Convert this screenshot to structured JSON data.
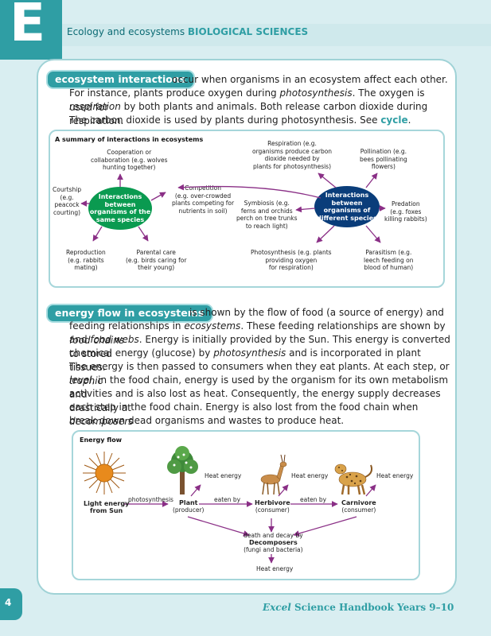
{
  "header": {
    "letter": "E",
    "title": "Ecology and ecosystems",
    "subject": "BIOLOGICAL SCIENCES"
  },
  "section1": {
    "pill": "ecosystem interactions",
    "p1": "occur when organisms in an ecosystem affect each other.",
    "p2a": "For instance, plants produce oxygen during ",
    "p2i": "photosynthesis",
    "p2b": ". The oxygen is used for",
    "p3i": "respiration",
    "p3b": " by both plants and animals. Both release carbon dioxide during respiration.",
    "p4a": "The carbon dioxide is used by plants during photosynthesis. See ",
    "p4link": "cycle",
    "p4b": "."
  },
  "diagram1": {
    "title": "A summary of interactions in ecosystems",
    "left_center": [
      "Interactions",
      "between",
      "organisms of the",
      "same species"
    ],
    "right_center": [
      "Interactions",
      "between",
      "organisms of",
      "different species"
    ],
    "cooperation": [
      "Cooperation or",
      "collaboration (e.g. wolves",
      "hunting together)"
    ],
    "courtship": [
      "Courtship",
      "(e.g.",
      "peacock",
      "courting)"
    ],
    "reproduction": [
      "Reproduction",
      "(e.g. rabbits",
      "mating)"
    ],
    "parental": [
      "Parental care",
      "(e.g. birds caring for",
      "their young)"
    ],
    "competition": [
      "Competition",
      "(e.g. over-crowded",
      "plants competing for",
      "nutrients in soil)"
    ],
    "respiration": [
      "Respiration (e.g.",
      "organisms produce carbon",
      "dioxide needed by",
      "plants for photosynthesis)"
    ],
    "pollination": [
      "Pollination (e.g.",
      "bees pollinating",
      "flowers)"
    ],
    "symbiosis": [
      "Symbiosis (e.g.",
      "ferns and orchids",
      "perch on tree trunks",
      "to reach light)"
    ],
    "predation": [
      "Predation",
      "(e.g. foxes",
      "killing rabbits)"
    ],
    "photosynthesis": [
      "Photosynthesis (e.g. plants",
      "providing oxygen",
      "for respiration)"
    ],
    "parasitism": [
      "Parasitism (e.g.",
      "leech feeding on",
      "blood of human)"
    ]
  },
  "section2": {
    "pill": "energy flow in ecosystems",
    "l1": "is shown by the flow of food (a source of energy) and",
    "l2a": "feeding relationships in ",
    "l2i": "ecosystems",
    "l2b": ". These feeding relationships are shown by ",
    "l2i2": "food chains",
    "l3a": "and ",
    "l3i": "food webs",
    "l3b": ". Energy is initially provided by the Sun. This energy is converted to stored",
    "l4a": "chemical energy (glucose) by ",
    "l4i": "photosynthesis",
    "l4b": " and is incorporated in plant tissues.",
    "l5": "The energy is then passed to consumers when they eat plants. At each step, or ",
    "l5i": "trophic",
    "l6i": "level",
    "l6b": ", in the food chain, energy is used by the organism for its own metabolism and",
    "l7": "activities and is also lost as heat. Consequently, the energy supply decreases drastically at",
    "l8a": "each step in the food chain. Energy is also lost from the food chain when ",
    "l8i": "decomposers",
    "l9": "break down dead organisms and wastes to produce heat."
  },
  "diagram2": {
    "title": "Energy flow",
    "sun": [
      "Light energy",
      "from Sun"
    ],
    "photosynthesis": "photosynthesis",
    "plant": "Plant",
    "plant_role": "(producer)",
    "eaten_by_1": "eaten by",
    "herbivore": "Herbivore",
    "herbivore_role": "(consumer)",
    "eaten_by_2": "eaten by",
    "carnivore": "Carnivore",
    "carnivore_role": "(consumer)",
    "heat1": "Heat energy",
    "heat2": "Heat energy",
    "heat3": "Heat energy",
    "death_decay": "death and decay by",
    "decomposers": "Decomposers",
    "decomposers_note": "(fungi and bacteria)",
    "heat4": "Heat energy"
  },
  "footer": {
    "page": "4",
    "brand": "Excel",
    "title": " Science Handbook Years 9–10"
  },
  "colors": {
    "teal": "#2f9ea4",
    "green": "#0a9a50",
    "navy": "#0a3d7a",
    "purple": "#8a2f86"
  }
}
